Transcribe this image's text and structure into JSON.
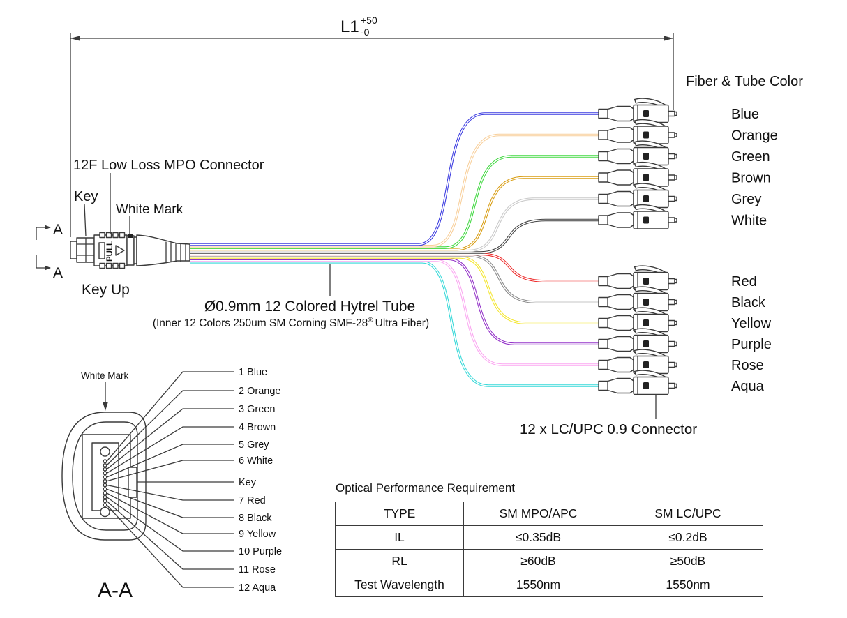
{
  "dimension": {
    "label": "L1",
    "tol_plus": "+50",
    "tol_minus": "-0"
  },
  "mpo": {
    "connector_label": "12F Low Loss MPO Connector",
    "key_label": "Key",
    "white_mark_label": "White Mark",
    "key_up_label": "Key Up",
    "pull_label": "PULL",
    "section_letter": "A"
  },
  "cable": {
    "tube_label": "Ø0.9mm 12 Colored Hytrel Tube",
    "inner_pre": "(Inner 12 Colors 250um SM Corning SMF-28",
    "inner_reg": "®",
    "inner_post": "Ultra Fiber)"
  },
  "fanout": {
    "header": "Fiber & Tube Color",
    "connector_label": "12 x LC/UPC 0.9 Connector",
    "fibers": [
      {
        "name": "Blue",
        "color": "#3a3ae0"
      },
      {
        "name": "Orange",
        "color": "#f8cf9a"
      },
      {
        "name": "Green",
        "color": "#40d840"
      },
      {
        "name": "Brown",
        "color": "#d89c10"
      },
      {
        "name": "Grey",
        "color": "#c9c9c9"
      },
      {
        "name": "White",
        "color": "#3f3f3f"
      },
      {
        "name": "Red",
        "color": "#ee2a2a"
      },
      {
        "name": "Black",
        "color": "#8a8a8a"
      },
      {
        "name": "Yellow",
        "color": "#f4e62e"
      },
      {
        "name": "Purple",
        "color": "#9331c8"
      },
      {
        "name": "Rose",
        "color": "#fba6f1"
      },
      {
        "name": "Aqua",
        "color": "#35d8d8"
      }
    ]
  },
  "cross_section": {
    "view_label": "A-A",
    "white_mark_label": "White Mark",
    "entries": [
      "1 Blue",
      "2 Orange",
      "3 Green",
      "4 Brown",
      "5 Grey",
      "6 White",
      "Key",
      "7 Red",
      "8 Black",
      "9 Yellow",
      "10 Purple",
      "11 Rose",
      "12 Aqua"
    ]
  },
  "perf_table": {
    "title": "Optical Performance Requirement",
    "header": [
      "TYPE",
      "SM MPO/APC",
      "SM LC/UPC"
    ],
    "rows": [
      [
        "IL",
        "≤0.35dB",
        "≤0.2dB"
      ],
      [
        "RL",
        "≥60dB",
        "≥50dB"
      ],
      [
        "Test Wavelength",
        "1550nm",
        "1550nm"
      ]
    ]
  }
}
